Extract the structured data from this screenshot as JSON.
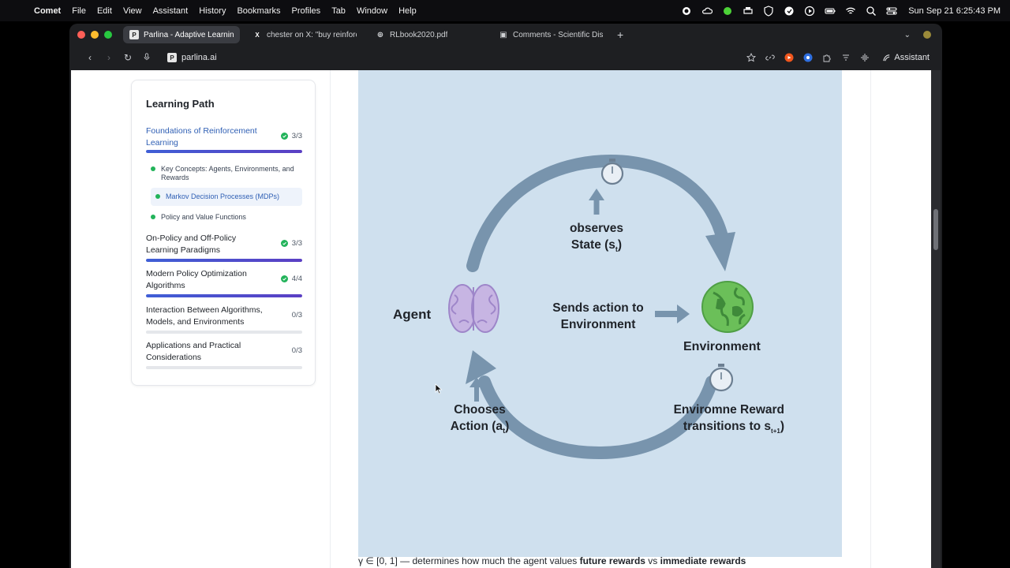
{
  "menubar": {
    "app_name": "Comet",
    "items": [
      "File",
      "Edit",
      "View",
      "Assistant",
      "History",
      "Bookmarks",
      "Profiles",
      "Tab",
      "Window",
      "Help"
    ],
    "clock": "Sun Sep 21  6:25:43 PM"
  },
  "browser": {
    "tabs": [
      {
        "title": "Parlina - Adaptive Learning",
        "favicon": "P",
        "active": true
      },
      {
        "title": "chester on X: \"buy reinforce",
        "favicon": "X",
        "active": false
      },
      {
        "title": "RLbook2020.pdf",
        "favicon": "⊕",
        "active": false
      },
      {
        "title": "Comments - Scientific Disco",
        "favicon": "▣",
        "active": false
      }
    ],
    "new_tab": "+",
    "url": "parlina.ai",
    "assistant_label": "Assistant"
  },
  "sidebar": {
    "title": "Learning Path",
    "modules": [
      {
        "title": "Foundations of Reinforcement Learning",
        "count": "3/3",
        "complete": true,
        "current": true,
        "progress": 1.0
      },
      {
        "title": "On-Policy and Off-Policy Learning Paradigms",
        "count": "3/3",
        "complete": true,
        "current": false,
        "progress": 1.0
      },
      {
        "title": "Modern Policy Optimization Algorithms",
        "count": "4/4",
        "complete": true,
        "current": false,
        "progress": 1.0
      },
      {
        "title": "Interaction Between Algorithms, Models, and Environments",
        "count": "0/3",
        "complete": false,
        "current": false,
        "progress": 0.0
      },
      {
        "title": "Applications and Practical Considerations",
        "count": "0/3",
        "complete": false,
        "current": false,
        "progress": 0.0
      }
    ],
    "lessons": [
      {
        "title": "Key Concepts: Agents, Environments, and Rewards",
        "active": false
      },
      {
        "title": "Markov Decision Processes (MDPs)",
        "active": true
      },
      {
        "title": "Policy and Value Functions",
        "active": false
      }
    ]
  },
  "figure": {
    "agent": "Agent",
    "environment": "Environment",
    "observes_1": "observes",
    "observes_2": "State (s",
    "observes_sub": "t",
    "observes_end": ")",
    "sends_1": "Sends action to",
    "sends_2": "Environment",
    "chooses_1": "Chooses",
    "chooses_2": "Action (a",
    "chooses_sub": "t",
    "chooses_end": ")",
    "reward_1": "Enviromne Reward",
    "reward_2": "transitions to s",
    "reward_sub": "t+1",
    "reward_end": ")",
    "colors": {
      "bg": "#cfe0ee",
      "arrow": "#7894ad",
      "brain": "#b9a3dc",
      "globe": "#6bbf59"
    }
  },
  "text_below": {
    "prefix": "γ ∈ [0, 1] — determines how much the agent values ",
    "bold1": "future rewards",
    "mid": " vs ",
    "bold2": "immediate rewards"
  }
}
